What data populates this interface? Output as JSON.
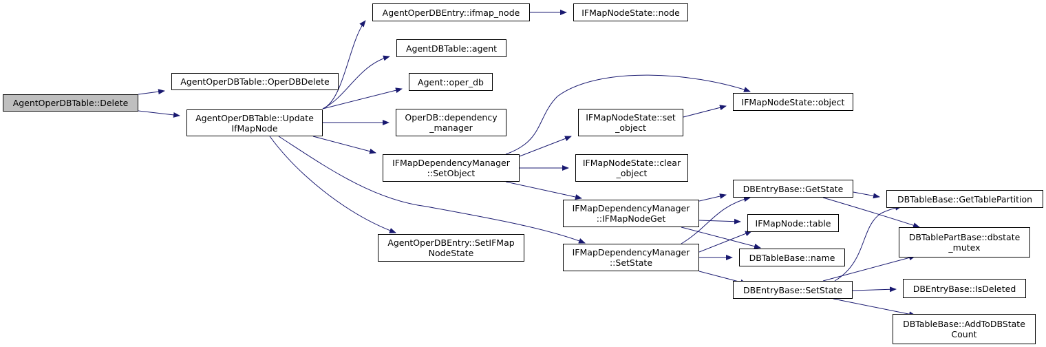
{
  "graph": {
    "edge_color": "#191970",
    "root_fill": "#bfbfbf",
    "nodes": [
      {
        "id": "delete",
        "label": "AgentOperDBTable::Delete",
        "root": true
      },
      {
        "id": "operdbdelete",
        "label": "AgentOperDBTable::OperDBDelete"
      },
      {
        "id": "updateifmapnode",
        "label": "AgentOperDBTable::Update\nIfMapNode"
      },
      {
        "id": "ifmap_node",
        "label": "AgentOperDBEntry::ifmap_node"
      },
      {
        "id": "agent",
        "label": "AgentDBTable::agent"
      },
      {
        "id": "oper_db",
        "label": "Agent::oper_db"
      },
      {
        "id": "dependency_manager",
        "label": "OperDB::dependency\n_manager"
      },
      {
        "id": "setobject",
        "label": "IFMapDependencyManager\n::SetObject"
      },
      {
        "id": "setifmapnodestate",
        "label": "AgentOperDBEntry::SetIFMap\nNodeState"
      },
      {
        "id": "node",
        "label": "IFMapNodeState::node"
      },
      {
        "id": "set_object",
        "label": "IFMapNodeState::set\n_object"
      },
      {
        "id": "clear_object",
        "label": "IFMapNodeState::clear\n_object"
      },
      {
        "id": "ifmapnodeget",
        "label": "IFMapDependencyManager\n::IFMapNodeGet"
      },
      {
        "id": "setstate_mgr",
        "label": "IFMapDependencyManager\n::SetState"
      },
      {
        "id": "object",
        "label": "IFMapNodeState::object"
      },
      {
        "id": "getstate",
        "label": "DBEntryBase::GetState"
      },
      {
        "id": "table",
        "label": "IFMapNode::table"
      },
      {
        "id": "name",
        "label": "DBTableBase::name"
      },
      {
        "id": "setstate",
        "label": "DBEntryBase::SetState"
      },
      {
        "id": "gettablepartition",
        "label": "DBTableBase::GetTablePartition"
      },
      {
        "id": "dbstate_mutex",
        "label": "DBTablePartBase::dbstate\n_mutex"
      },
      {
        "id": "isdeleted",
        "label": "DBEntryBase::IsDeleted"
      },
      {
        "id": "addtodbstatecount",
        "label": "DBTableBase::AddToDBState\nCount"
      }
    ]
  }
}
